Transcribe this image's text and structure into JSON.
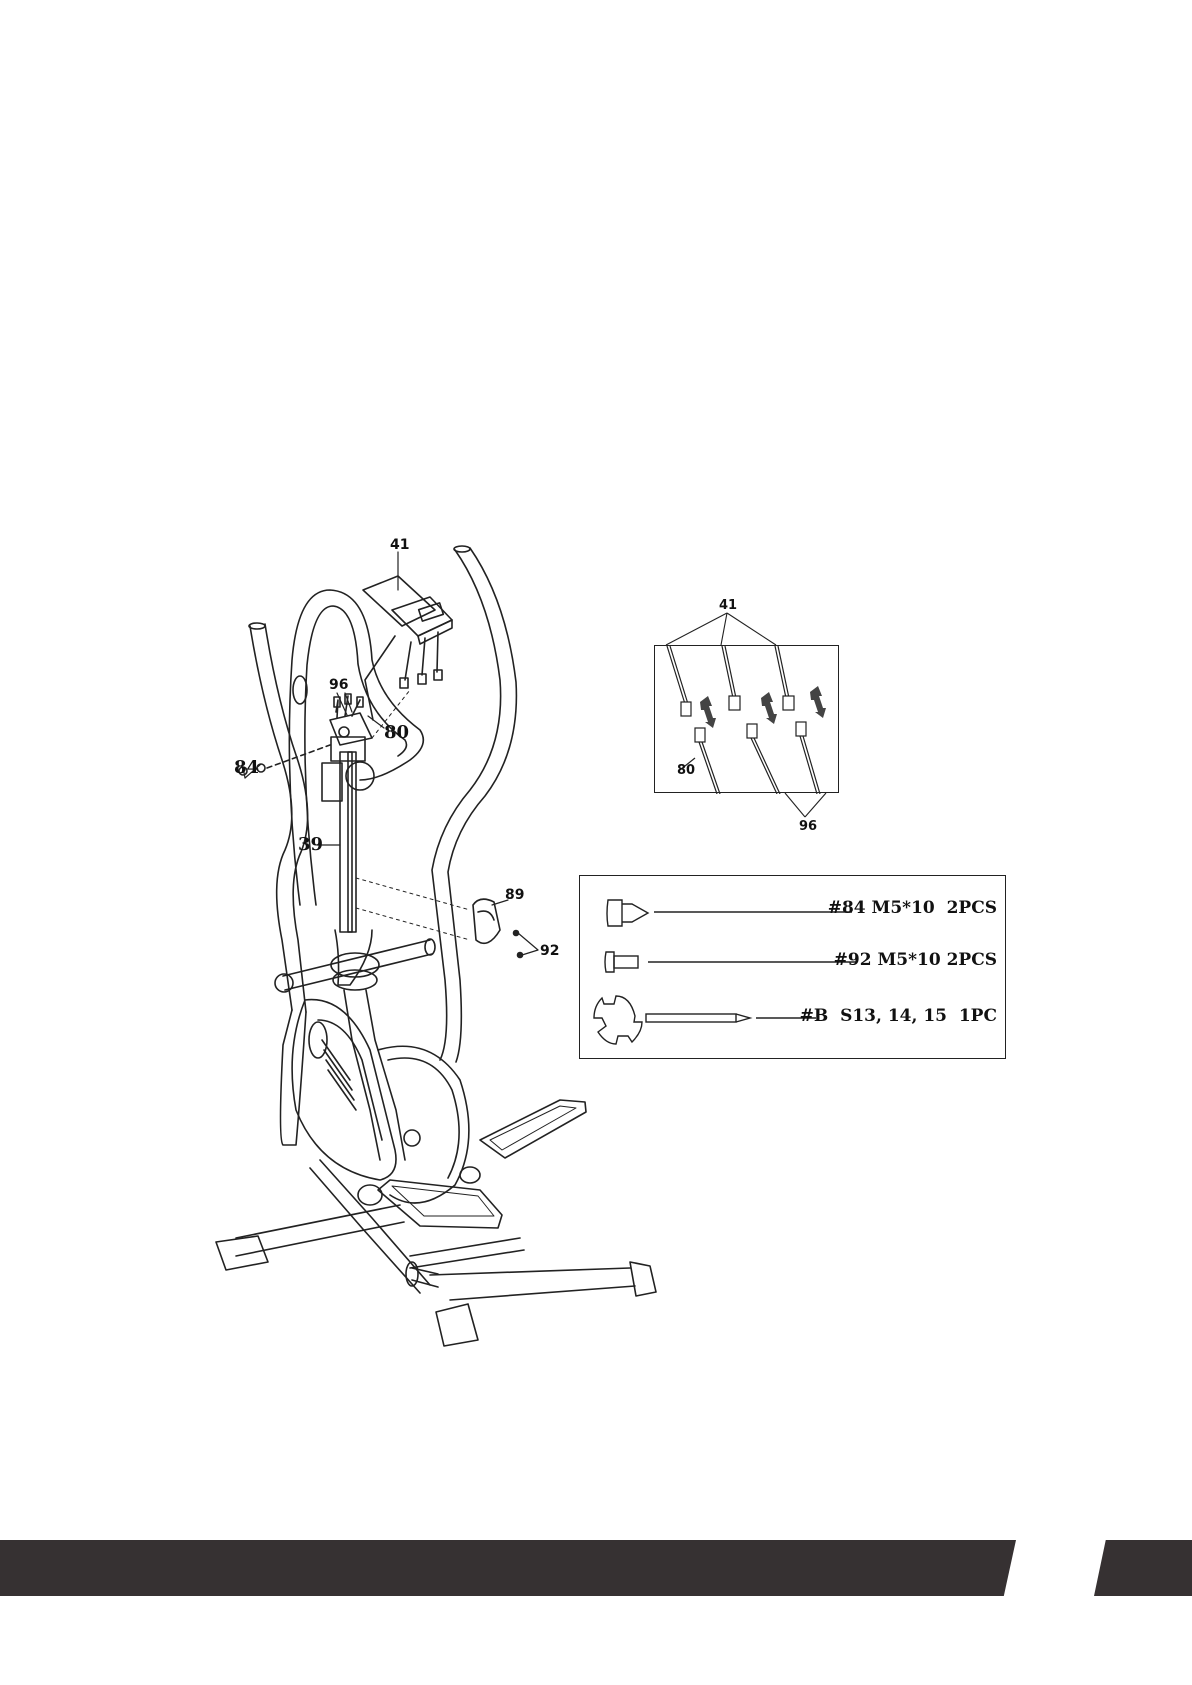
{
  "page": {
    "page_number": ""
  },
  "callouts": {
    "monitor": "41",
    "cable_clip": "96",
    "sensor_wire": "80",
    "handle_screws": "84",
    "console_mast": "39",
    "bottle_holder": "89",
    "holder_screws": "92"
  },
  "connector_inset": {
    "label_top": "41",
    "label_left": "80",
    "label_bottom": "96"
  },
  "hardware": [
    {
      "code": "#84",
      "size": "M5*10",
      "qty": "2PCS",
      "icon": "round-head-bolt-icon"
    },
    {
      "code": "#92",
      "size": "M5*10",
      "qty": "2PCS",
      "icon": "flat-head-bolt-icon"
    },
    {
      "code": "#B",
      "size": "S13, 14, 15",
      "qty": "1PC",
      "icon": "multi-wrench-icon"
    }
  ],
  "colors": {
    "footer": "#363132",
    "line": "#222222"
  }
}
